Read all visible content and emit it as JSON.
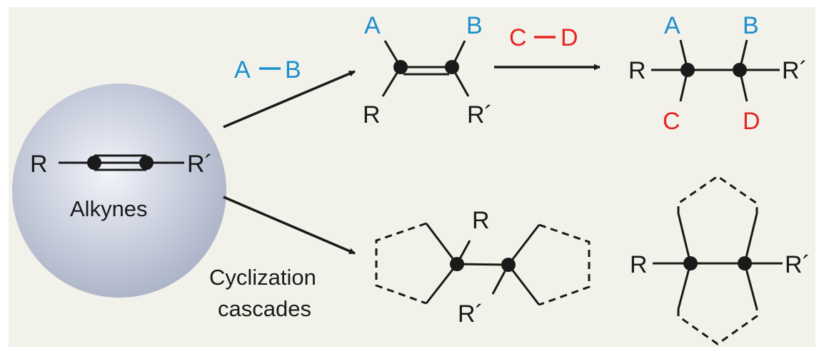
{
  "colors": {
    "background": "#f2f1ea",
    "black": "#1a1a1a",
    "blue": "#1a8fd0",
    "red": "#e52521",
    "sphere_center": "#f2f4fa",
    "sphere_edge": "#a9b1c6"
  },
  "alkyne": {
    "left_substituent": "R",
    "right_substituent": "R´",
    "label": "Alkynes"
  },
  "reagent_ab": {
    "first": "A",
    "second": "B"
  },
  "alkene": {
    "top_left": "A",
    "top_right": "B",
    "bottom_left": "R",
    "bottom_right": "R´"
  },
  "reagent_cd": {
    "first": "C",
    "second": "D"
  },
  "alkane": {
    "left": "R",
    "right": "R´",
    "top_left": "A",
    "top_right": "B",
    "bottom_left": "C",
    "bottom_right": "D"
  },
  "cascade": {
    "line1": "Cyclization",
    "line2": "cascades"
  },
  "spiro": {
    "top": "R",
    "bottom": "R´"
  },
  "fused": {
    "left": "R",
    "right": "R´"
  }
}
